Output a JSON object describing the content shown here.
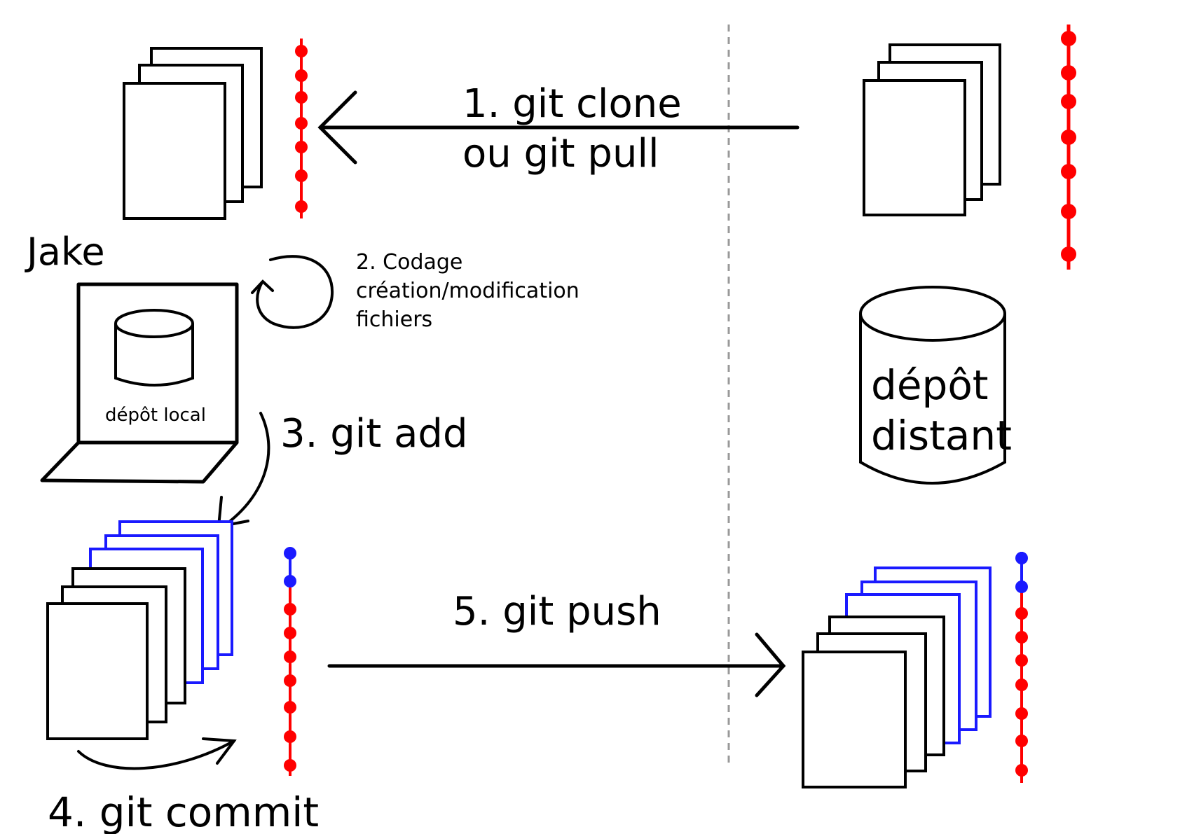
{
  "labels": {
    "clone_line1": "1. git clone",
    "clone_line2": "ou git pull",
    "user_name": "Jake",
    "coding_line1": "2. Codage",
    "coding_line2": "création/modification",
    "coding_line3": "fichiers",
    "local_repo": "dépôt local",
    "add": "3. git add",
    "commit": "4. git commit",
    "push": "5. git push",
    "remote_line1": "dépôt",
    "remote_line2": "distant"
  },
  "colors": {
    "ink": "#000000",
    "committed_history": "#ff0000",
    "new_commits": "#1a1aff",
    "separator": "#999999"
  },
  "icons": {
    "local_machine": "laptop-icon",
    "repository": "database-cylinder-icon",
    "files": "file-stack-icon",
    "history": "commit-timeline-icon"
  }
}
